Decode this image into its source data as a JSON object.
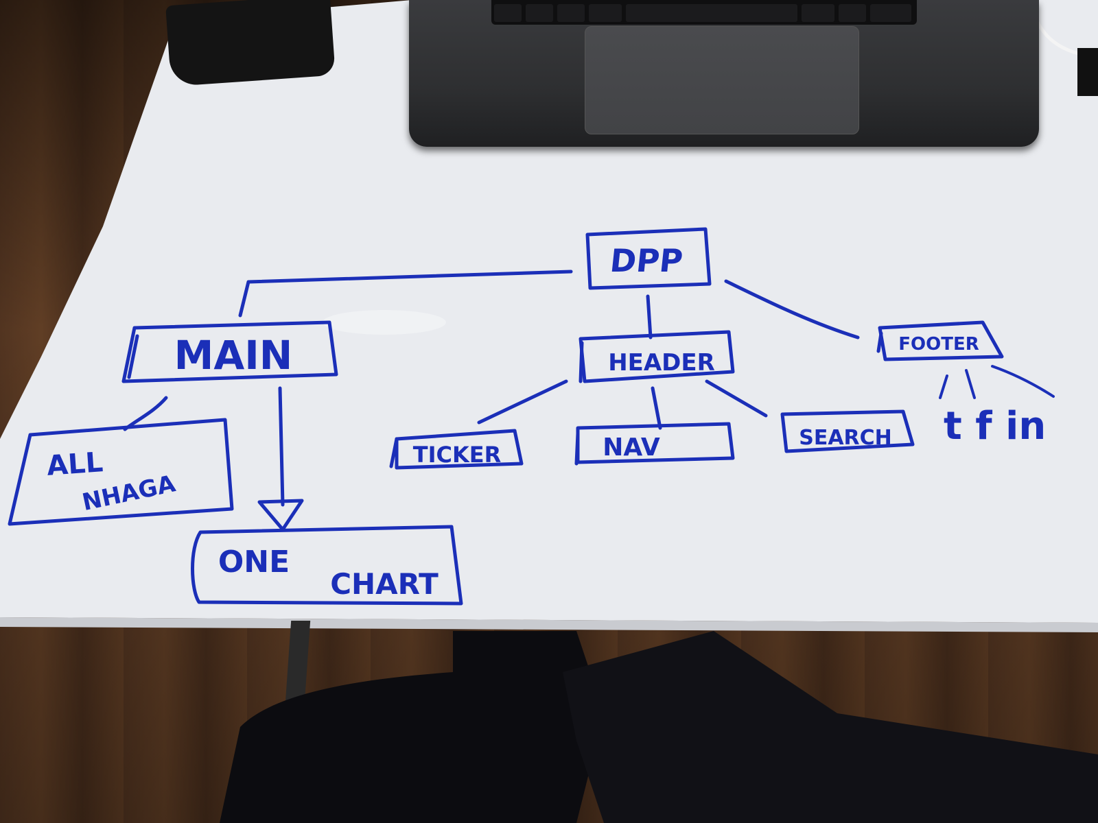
{
  "nodes": {
    "app": "DPP",
    "main": "MAIN",
    "header": "HEADER",
    "footer": "FOOTER",
    "all_items": "ALL",
    "all_items_scribble": "NHAGA",
    "one_chart_line1": "ONE",
    "one_chart_line2": "CHART",
    "ticker": "TICKER",
    "nav": "NAV",
    "search": "SEARCH",
    "social": "t f in"
  },
  "colors": {
    "ink": "#1b2fb8",
    "whiteboard": "#eceef2",
    "floor": "#5b3a24"
  }
}
